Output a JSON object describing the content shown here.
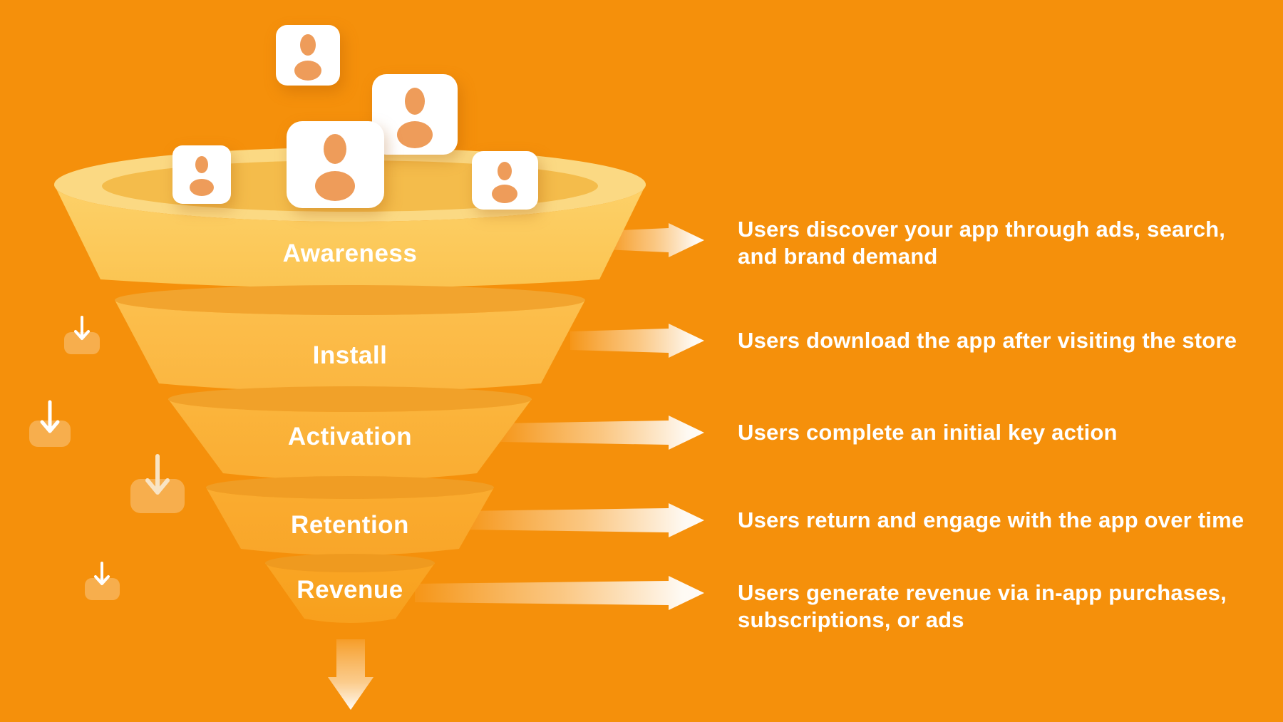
{
  "colors": {
    "background": "#F5900B",
    "bowl_rim": "#FBD983",
    "bowl_inner": "#F4BC4B",
    "stage_bodies": [
      "#FCCB60",
      "#FBBA46",
      "#FAB138",
      "#F9A92C",
      "#F8A322"
    ],
    "stage_lips": [
      "#F2A42E",
      "#F1A129",
      "#F09D24",
      "#EF9A1F"
    ],
    "tile_bg": "#FFFFFF",
    "person": "#EE9C5A",
    "arrow_white": "#FFFFFF",
    "badge_overlay": "rgba(255,255,255,0.27)",
    "badge_arrow_cream": "#F9E4C4"
  },
  "funnel": {
    "stages": [
      {
        "label": "Awareness",
        "desc_lines": [
          "Users discover your app through ads, search,",
          "and brand demand"
        ]
      },
      {
        "label": "Install",
        "desc_lines": [
          "Users download the app after visiting the store"
        ]
      },
      {
        "label": "Activation",
        "desc_lines": [
          "Users complete an initial key action"
        ]
      },
      {
        "label": "Retention",
        "desc_lines": [
          "Users return and engage with the app over time"
        ]
      },
      {
        "label": "Revenue",
        "desc_lines": [
          "Users generate revenue via in-app purchases,",
          "subscriptions, or ads"
        ]
      }
    ]
  },
  "icons": {
    "user_cards": 5,
    "down_arrow_badges": 4,
    "flow_arrows": 5,
    "output_arrow": 1
  }
}
